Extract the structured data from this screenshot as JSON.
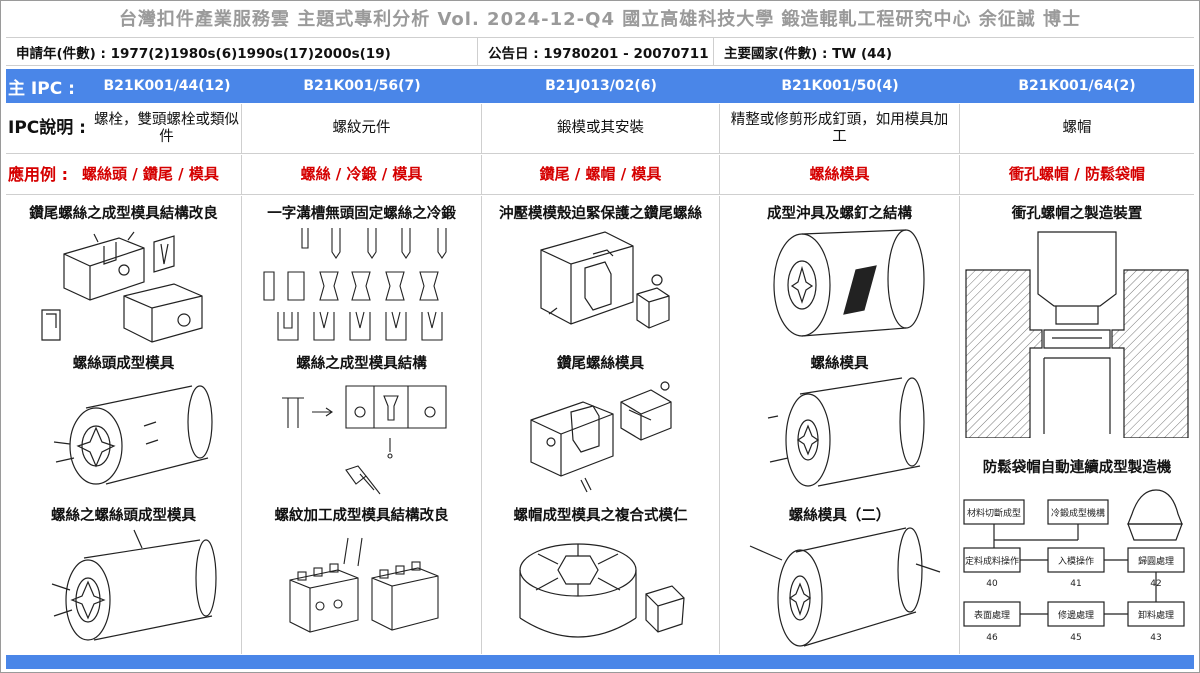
{
  "header": {
    "title": "台灣扣件產業服務雲  主題式專利分析  Vol. 2024-12-Q4  國立高雄科技大學  鍛造輥軋工程研究中心   余征誠 博士"
  },
  "info": {
    "application_years": "申請年(件數) : 1977(2)1980s(6)1990s(17)2000s(19)",
    "announce_date": "公告日 : 19780201 - 20070711",
    "main_country": "主要國家(件數) : TW (44)"
  },
  "ipc": {
    "label": "主 IPC :",
    "codes": [
      "B21K001/44(12)",
      "B21K001/56(7)",
      "B21J013/02(6)",
      "B21K001/50(4)",
      "B21K001/64(2)"
    ]
  },
  "descriptions": {
    "label": "IPC說明 :",
    "items": [
      "螺栓，雙頭螺栓或類似件",
      "螺紋元件",
      "鍛模或其安裝",
      "精整或修剪形成釘頭，如用模具加工",
      "螺帽"
    ]
  },
  "applications": {
    "label": "應用例 :",
    "items": [
      "螺絲頭 / 鑽尾 / 模具",
      "螺絲 / 冷鍛 / 模具",
      "鑽尾 / 螺帽 / 模具",
      "螺絲模具",
      "衝孔螺帽 / 防鬆袋帽"
    ]
  },
  "patents": {
    "col1": [
      "鑽尾螺絲之成型模具結構改良",
      "螺絲頭成型模具",
      "螺絲之螺絲頭成型模具"
    ],
    "col2": [
      "一字溝槽無頭固定螺絲之冷鍛",
      "螺絲之成型模具結構",
      "螺紋加工成型模具結構改良"
    ],
    "col3": [
      "沖壓模模殼迫緊保護之鑽尾螺絲",
      "鑽尾螺絲模具",
      "螺帽成型模具之複合式模仁"
    ],
    "col4": [
      "成型沖具及螺釘之結構",
      "螺絲模具",
      "螺絲模具（二）"
    ],
    "col5": [
      "衝孔螺帽之製造裝置",
      "防鬆袋帽自動連續成型製造機"
    ]
  },
  "flowchart": {
    "boxes": [
      "材料切斷成型",
      "冷鍛成型機構",
      "定料成料操作",
      "入模操作",
      "歸圓處理",
      "表面處理",
      "修邊處理",
      "卸料處理"
    ],
    "numbers": [
      "40",
      "41",
      "42",
      "43",
      "45",
      "46"
    ]
  },
  "colors": {
    "accent": "#4a86e8",
    "red": "#d50000",
    "grey_title": "#9a9a9a"
  }
}
